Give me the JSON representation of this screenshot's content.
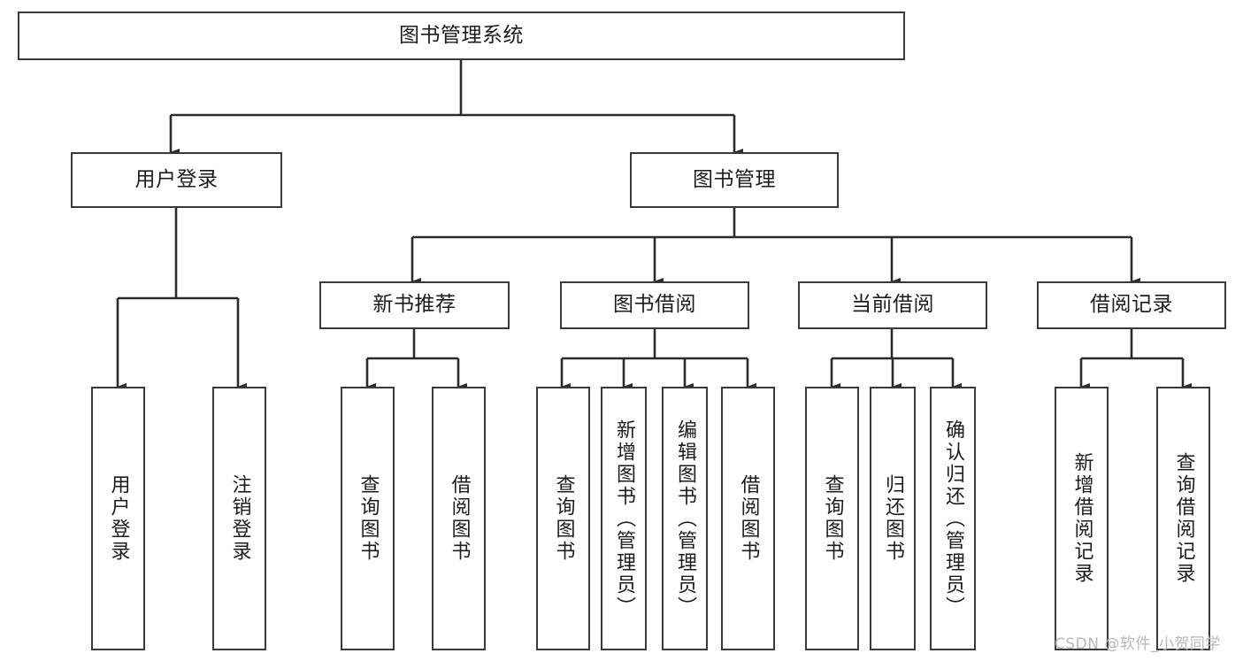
{
  "diagram": {
    "type": "tree",
    "title": "图书管理系统",
    "orientation": "top-down",
    "colors": {
      "box_border": "#3a3a3a",
      "box_fill": "#ffffff",
      "edge": "#2b2b2b",
      "text": "#1c1c1c",
      "watermark": "#b8b8b8",
      "canvas": "#ffffff"
    }
  },
  "root": {
    "label": "图书管理系统"
  },
  "level2": [
    {
      "id": "user-login",
      "label": "用户登录"
    },
    {
      "id": "book-manage",
      "label": "图书管理"
    }
  ],
  "level3": [
    {
      "id": "new-book-rec",
      "label": "新书推荐"
    },
    {
      "id": "book-borrow",
      "label": "图书借阅"
    },
    {
      "id": "current-borrow",
      "label": "当前借阅"
    },
    {
      "id": "borrow-record",
      "label": "借阅记录"
    }
  ],
  "leaves": [
    {
      "id": "leaf-user-login",
      "label": "用户登录",
      "parent": "user-login"
    },
    {
      "id": "leaf-logout",
      "label": "注销登录",
      "parent": "user-login"
    },
    {
      "id": "leaf-query-book-1",
      "label": "查询图书",
      "parent": "new-book-rec"
    },
    {
      "id": "leaf-borrow-book-1",
      "label": "借阅图书",
      "parent": "new-book-rec"
    },
    {
      "id": "leaf-query-book-2",
      "label": "查询图书",
      "parent": "book-borrow"
    },
    {
      "id": "leaf-add-book",
      "label": "新增图书（管理员）",
      "parent": "book-borrow"
    },
    {
      "id": "leaf-edit-book",
      "label": "编辑图书（管理员）",
      "parent": "book-borrow"
    },
    {
      "id": "leaf-borrow-book-2",
      "label": "借阅图书",
      "parent": "book-borrow"
    },
    {
      "id": "leaf-query-book-3",
      "label": "查询图书",
      "parent": "current-borrow"
    },
    {
      "id": "leaf-return-book",
      "label": "归还图书",
      "parent": "current-borrow"
    },
    {
      "id": "leaf-confirm-return",
      "label": "确认归还（管理员）",
      "parent": "current-borrow"
    },
    {
      "id": "leaf-add-record",
      "label": "新增借阅记录",
      "parent": "borrow-record"
    },
    {
      "id": "leaf-query-record",
      "label": "查询借阅记录",
      "parent": "borrow-record"
    }
  ],
  "watermark": {
    "text": "CSDN @软件_小贺同学"
  }
}
